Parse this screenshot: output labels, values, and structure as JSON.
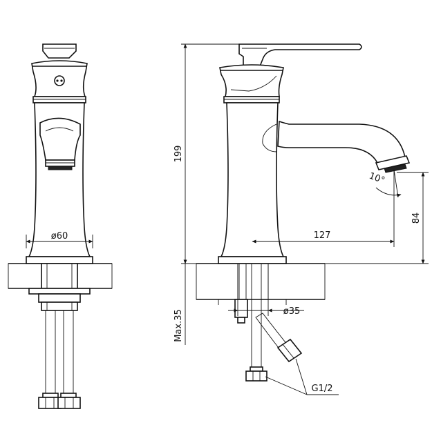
{
  "dimensions": {
    "height_total": "199",
    "base_diameter": "ø60",
    "spout_reach": "127",
    "spout_height": "84",
    "spout_angle": "10°",
    "hole_diameter": "ø35",
    "max_thickness": "Max.35",
    "thread": "G1/2"
  }
}
